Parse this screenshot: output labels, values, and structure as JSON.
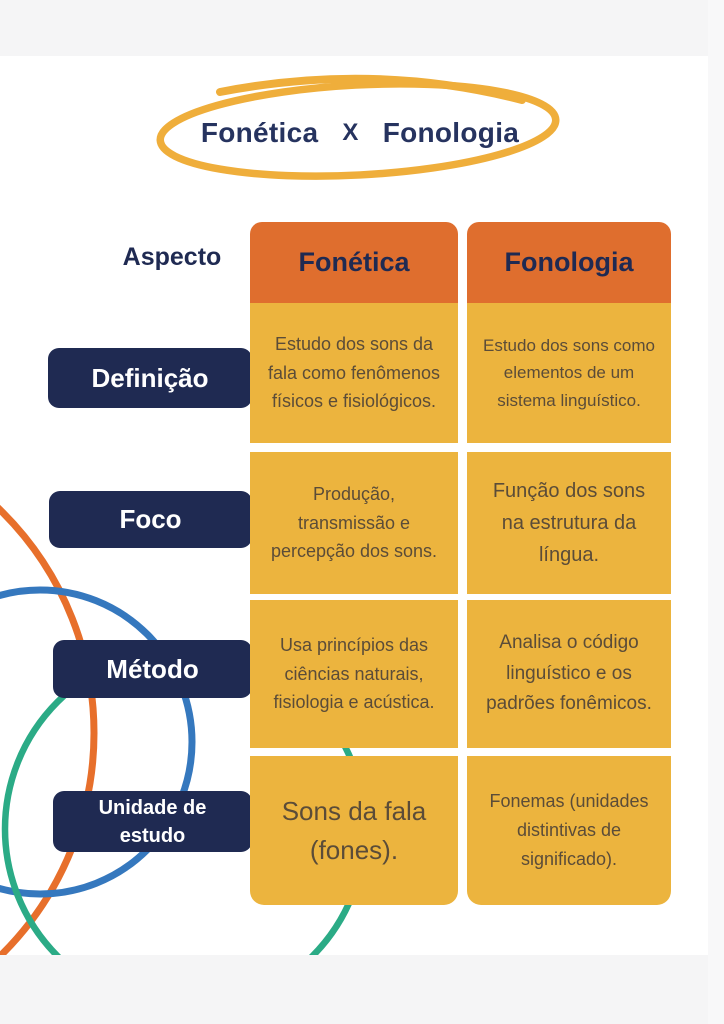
{
  "title": {
    "word_left": "Fonética",
    "separator": "X",
    "word_right": "Fonologia"
  },
  "comparison": {
    "corner_label": "Aspecto",
    "column_headers": [
      "Fonética",
      "Fonologia"
    ],
    "rows": [
      {
        "label": "Definição",
        "fonetica": "Estudo dos sons da fala como fenômenos físicos e fisiológicos.",
        "fonologia": "Estudo dos sons como elementos de um sistema linguístico."
      },
      {
        "label": "Foco",
        "fonetica": "Produção, transmissão e percepção dos sons.",
        "fonologia": "Função dos sons na estrutura da língua."
      },
      {
        "label": "Método",
        "fonetica": "Usa princípios das ciências naturais, fisiologia e acústica.",
        "fonologia": "Analisa o código linguístico e os padrões fonêmicos."
      },
      {
        "label": "Unidade de estudo",
        "fonetica": "Sons da fala (fones).",
        "fonologia": "Fonemas (unidades distintivas de significado)."
      }
    ]
  },
  "colors": {
    "navy": "#1f2a52",
    "header_orange": "#df6e2e",
    "cell_amber": "#ecb43e",
    "cell_text": "#5b4c38",
    "highlight_ellipse_yellow": "#efae3b",
    "circle_orange": "#e76f2b",
    "circle_blue": "#3578be",
    "circle_green": "#2bab86",
    "margin_band_gray": "#f5f5f6"
  }
}
